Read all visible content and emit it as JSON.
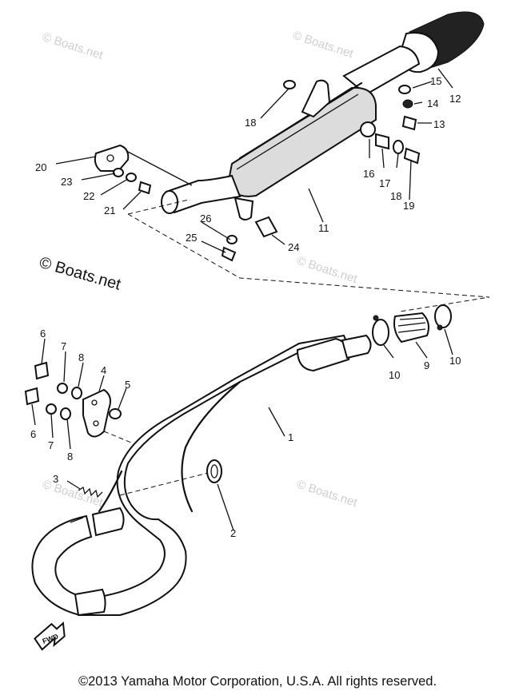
{
  "watermarks": [
    "© Boats.net",
    "© Boats.net",
    "© Boats.net",
    "© Boats.net",
    "© Boats.net"
  ],
  "watermark_main": "© Boats.net",
  "fwd_label": "FWD",
  "copyright": "©2013 Yamaha Motor Corporation, U.S.A. All rights reserved.",
  "callouts": {
    "c1": "1",
    "c2": "2",
    "c3": "3",
    "c4": "4",
    "c5": "5",
    "c6a": "6",
    "c6b": "6",
    "c7a": "7",
    "c7b": "7",
    "c8a": "8",
    "c8b": "8",
    "c9": "9",
    "c10a": "10",
    "c10b": "10",
    "c11": "11",
    "c12": "12",
    "c13": "13",
    "c14": "14",
    "c15": "15",
    "c16": "16",
    "c17": "17",
    "c18a": "18",
    "c18b": "18",
    "c19": "19",
    "c20": "20",
    "c21": "21",
    "c22": "22",
    "c23": "23",
    "c24": "24",
    "c25": "25",
    "c26": "26"
  }
}
